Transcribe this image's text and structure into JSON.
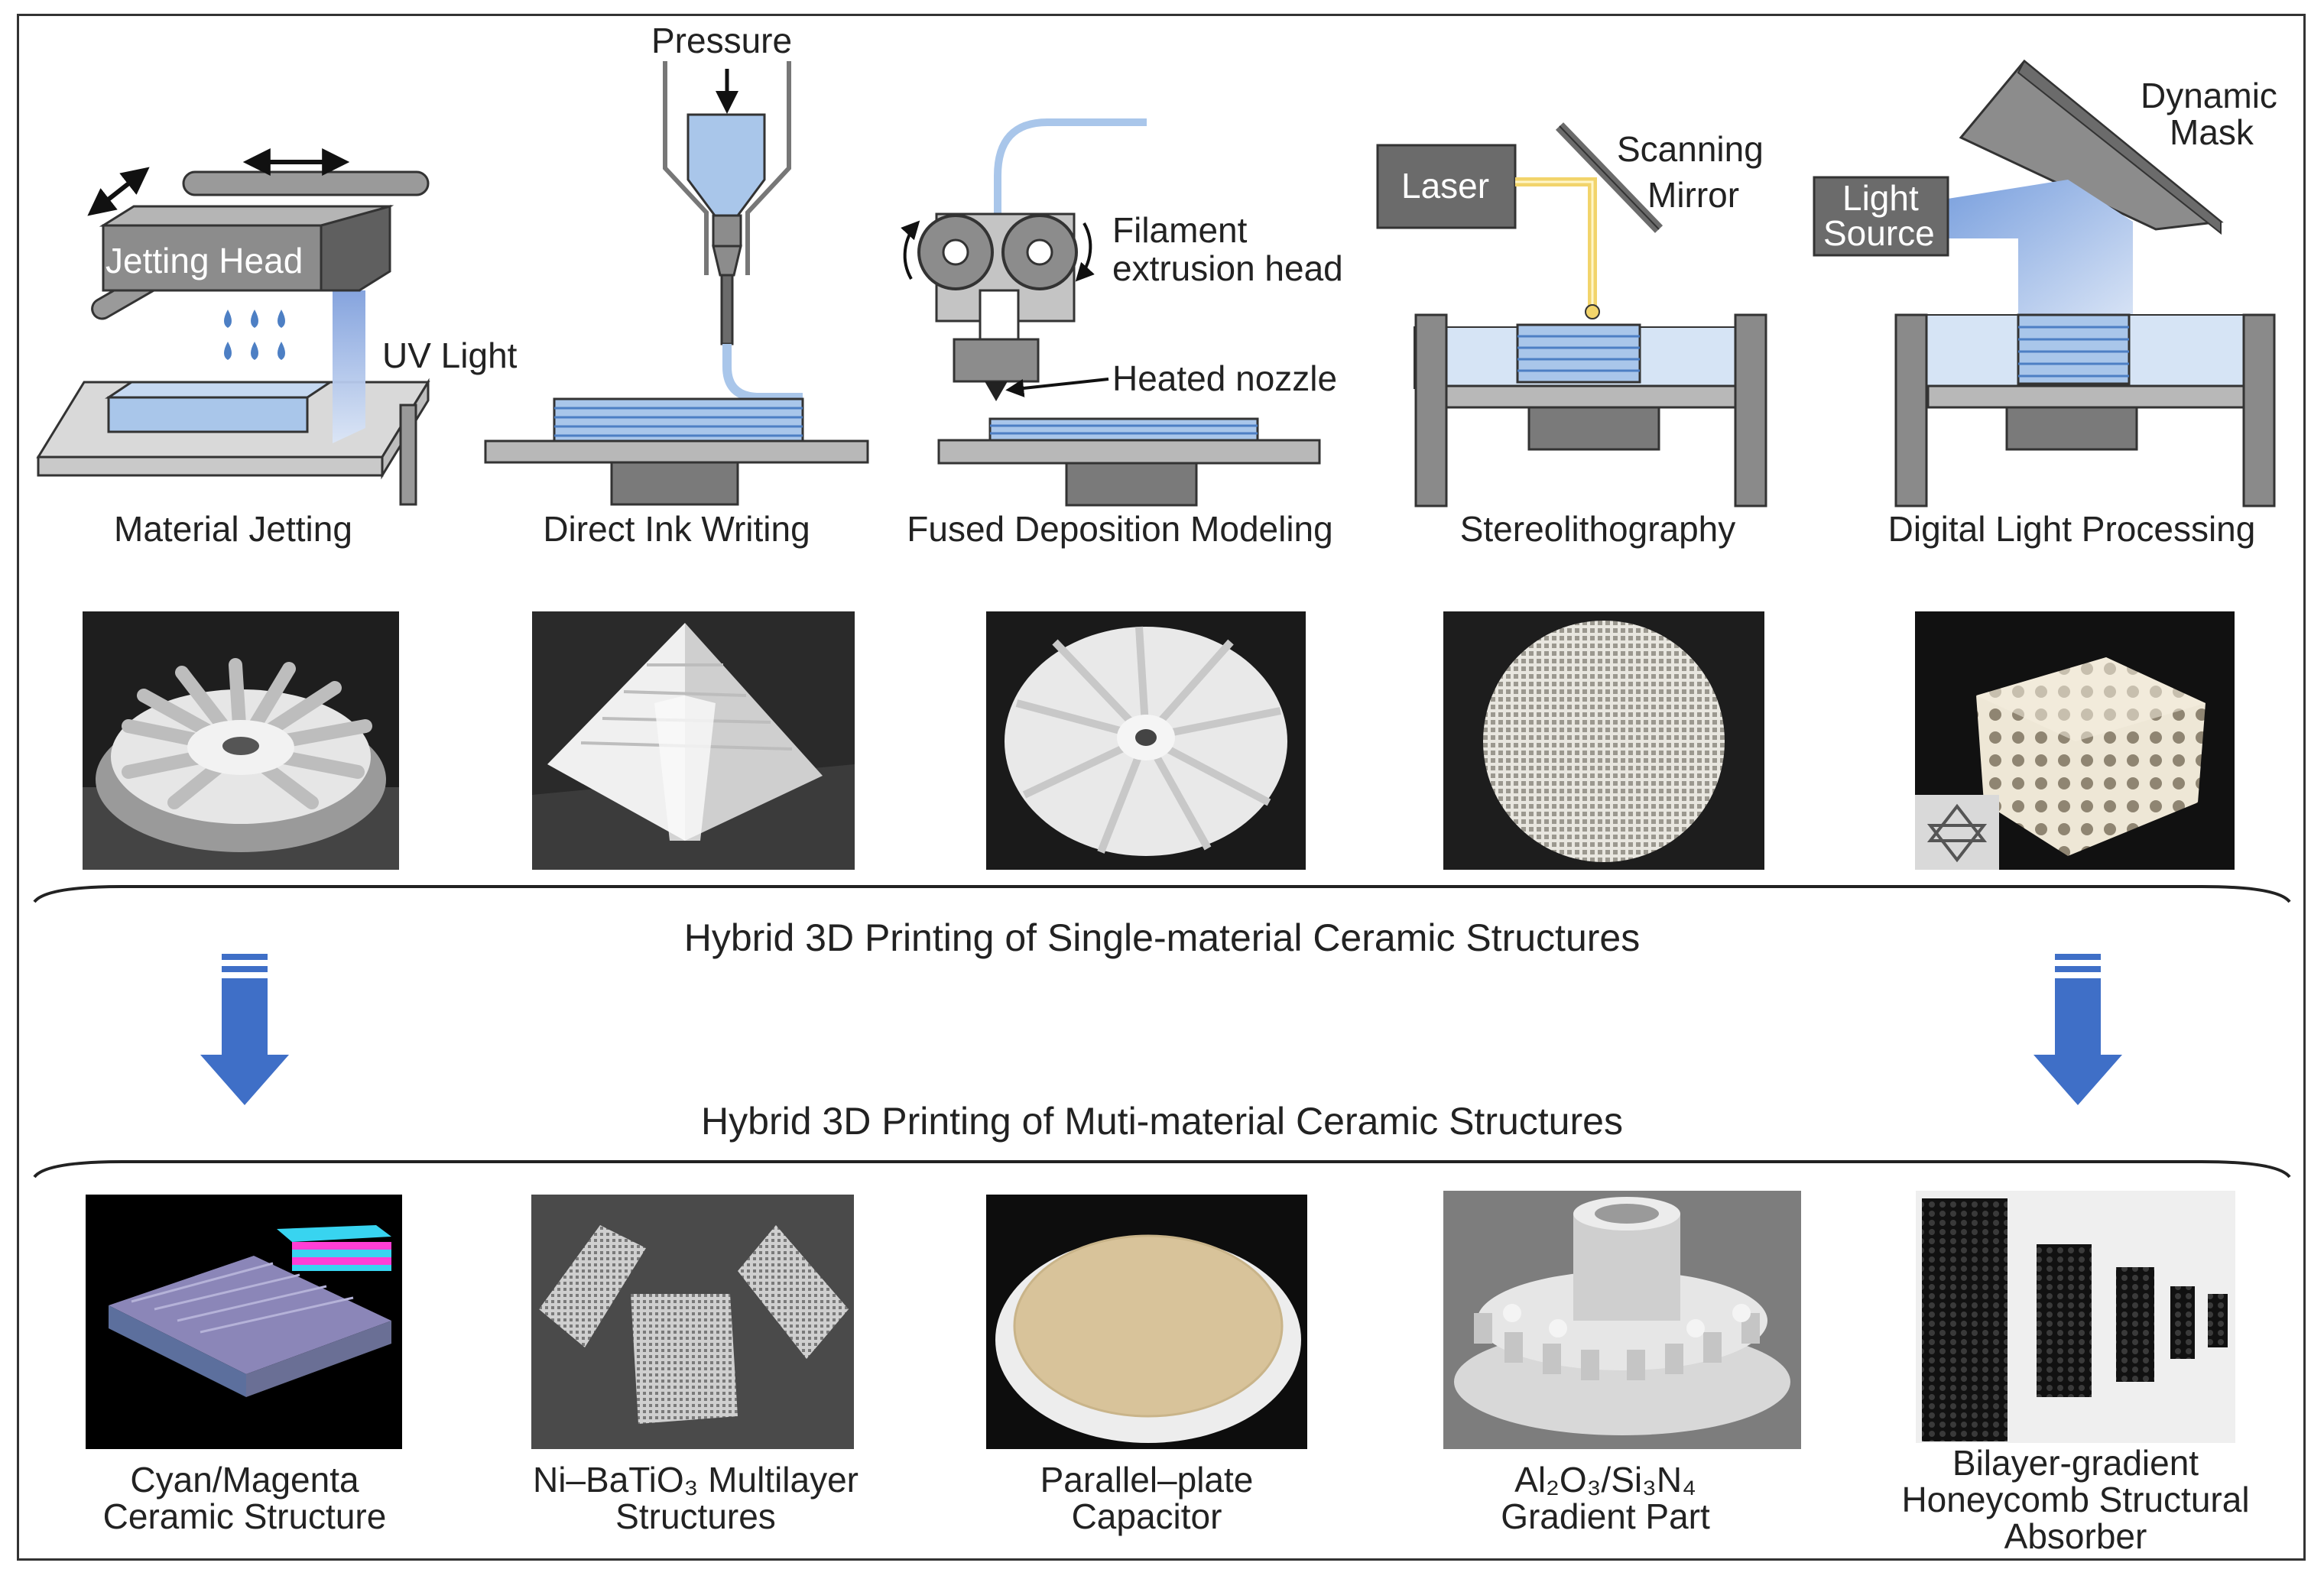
{
  "top_methods": [
    {
      "name": "Material Jetting",
      "labels": {
        "head": "Jetting Head",
        "light": "UV Light"
      }
    },
    {
      "name": "Direct Ink Writing",
      "labels": {
        "pressure": "Pressure"
      }
    },
    {
      "name": "Fused Deposition Modeling",
      "labels": {
        "filament_1": "Filament",
        "filament_2": "extrusion head",
        "nozzle": "Heated nozzle"
      }
    },
    {
      "name": "Stereolithography",
      "labels": {
        "laser": "Laser",
        "mirror_1": "Scanning",
        "mirror_2": "Mirror"
      }
    },
    {
      "name": "Digital Light Processing",
      "labels": {
        "source_1": "Light",
        "source_2": "Source",
        "mask_1": "Dynamic",
        "mask_2": "Mask"
      }
    }
  ],
  "single_section_title": "Hybrid 3D Printing of Single-material Ceramic Structures",
  "multi_section_title": "Hybrid 3D Printing of Muti-material Ceramic Structures",
  "bottom_items": [
    {
      "line1": "Cyan/Magenta",
      "line2": "Ceramic Structure"
    },
    {
      "line1": "Ni–BaTiO₃ Multilayer",
      "line2": "Structures"
    },
    {
      "line1": "Parallel–plate",
      "line2": "Capacitor"
    },
    {
      "line1": "Al₂O₃/Si₃N₄",
      "line2": "Gradient Part"
    },
    {
      "line1": "Bilayer-gradient",
      "line2": "Honeycomb Structural",
      "line3": "Absorber"
    }
  ],
  "colors": {
    "resin_blue": "#a9c6ea",
    "layer_blue": "#4d7fc4",
    "machine_gray": "#8a8a8a",
    "dark_gray": "#6b6b6b",
    "arrow_blue": "#3f6fc7",
    "laser_yellow": "#f2d46b"
  }
}
